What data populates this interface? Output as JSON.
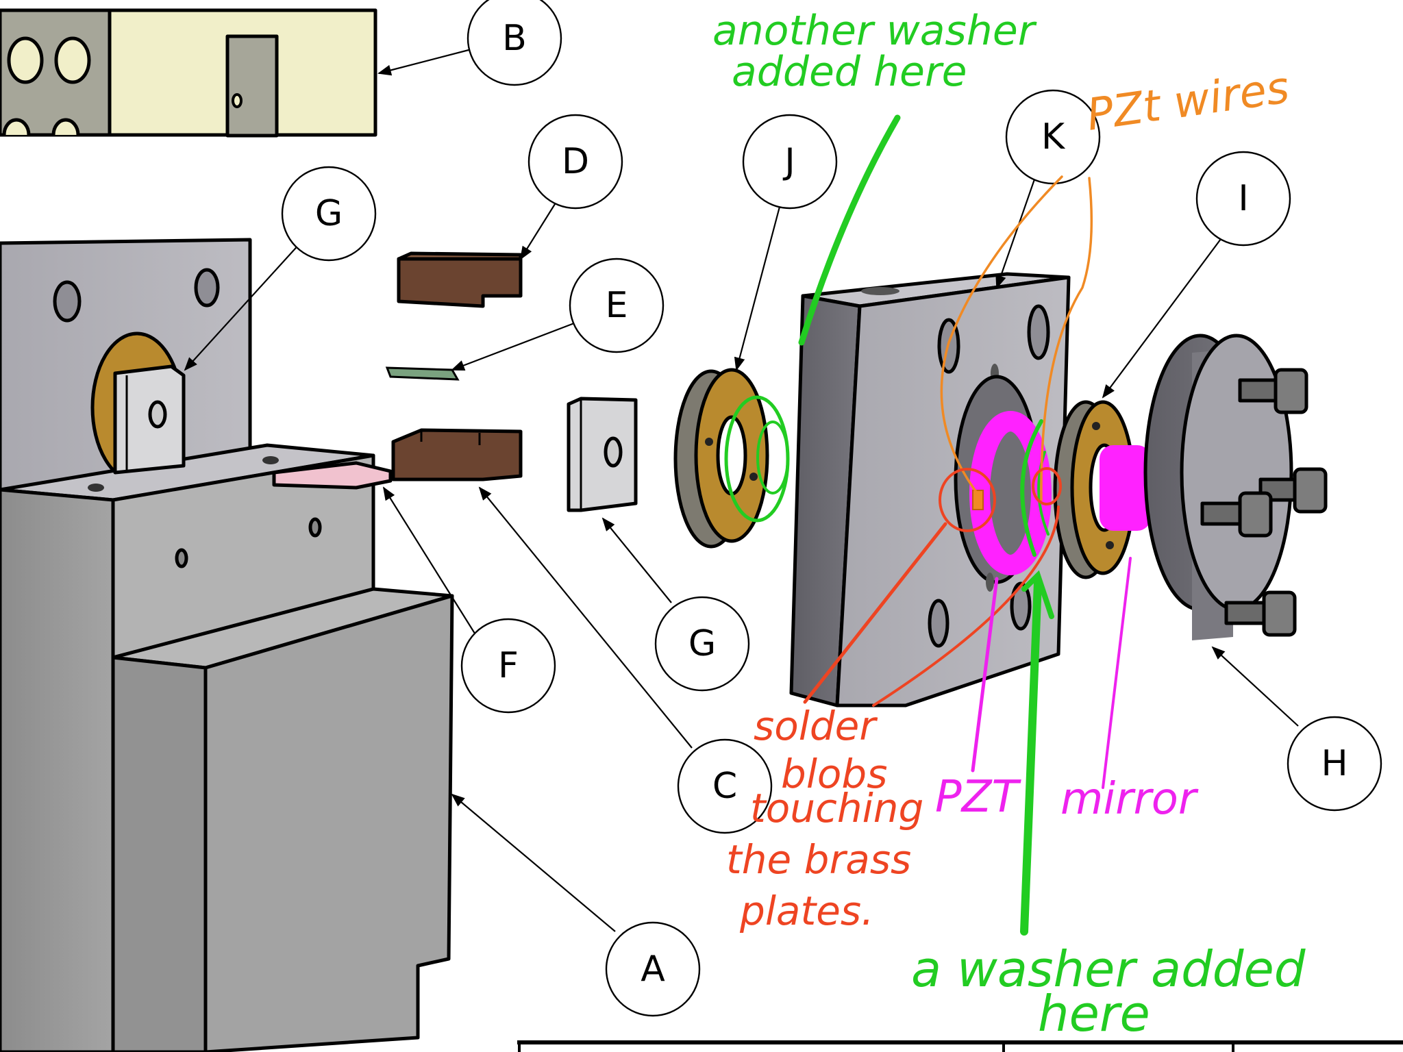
{
  "diagram": {
    "type": "exploded assembly drawing with handwritten markup",
    "balloons": [
      {
        "id": "B",
        "label": "B"
      },
      {
        "id": "G1",
        "label": "G"
      },
      {
        "id": "D",
        "label": "D"
      },
      {
        "id": "E",
        "label": "E"
      },
      {
        "id": "J",
        "label": "J"
      },
      {
        "id": "K",
        "label": "K"
      },
      {
        "id": "I",
        "label": "I"
      },
      {
        "id": "G2",
        "label": "G"
      },
      {
        "id": "F",
        "label": "F"
      },
      {
        "id": "C",
        "label": "C"
      },
      {
        "id": "H",
        "label": "H"
      },
      {
        "id": "A",
        "label": "A"
      }
    ],
    "annotations": {
      "another_washer": {
        "lines": [
          "another washer",
          "added here"
        ],
        "color": "#22cc22"
      },
      "pzt_wires": {
        "lines": [
          "PZt wires"
        ],
        "color": "#f08a24"
      },
      "solder": {
        "lines": [
          "solder",
          "blobs",
          "touching",
          "the brass",
          "plates."
        ],
        "color": "#ee4422"
      },
      "pzt": {
        "lines": [
          "PZT"
        ],
        "color": "#ee22ee"
      },
      "mirror": {
        "lines": [
          "mirror"
        ],
        "color": "#ee22ee"
      },
      "washer_here": {
        "lines": [
          "a washer added",
          "here"
        ],
        "color": "#22cc22"
      }
    },
    "colors": {
      "steel_light": "#b0afb6",
      "steel_dark": "#6e6d74",
      "steel_mid": "#9e9da4",
      "brass": "#b98a2e",
      "copper": "#6b4430",
      "cream": "#f1efc9",
      "pink": "#f1c2cf",
      "pzt_magenta": "#ff22ff"
    }
  }
}
